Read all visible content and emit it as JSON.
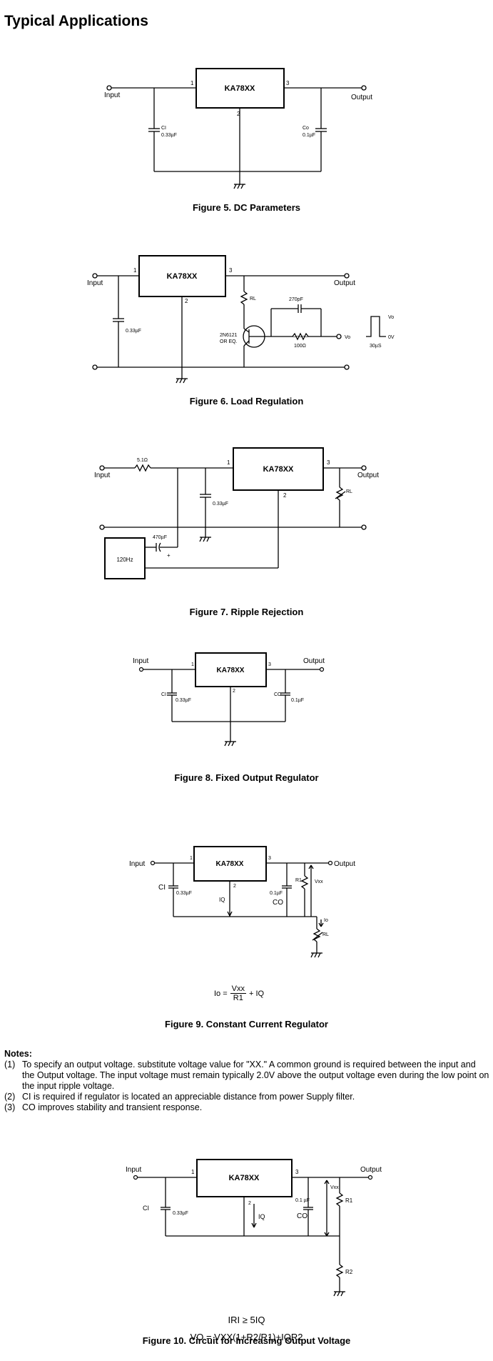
{
  "page_title": "Typical Applications",
  "figures": [
    {
      "caption": "Figure 5. DC Parameters",
      "ic": "KA78XX",
      "pins": [
        "1",
        "2",
        "3"
      ],
      "input": "Input",
      "output": "Output",
      "ci": "CI",
      "ci_val": "0.33µF",
      "co": "Co",
      "co_val": "0.1µF"
    },
    {
      "caption": "Figure 6. Load Regulation",
      "ic": "KA78XX",
      "pins": [
        "1",
        "2",
        "3"
      ],
      "input": "Input",
      "output": "Output",
      "cap_val": "0.33µF",
      "rl": "RL",
      "cap2": "270pF",
      "res": "100Ω",
      "transistor": "2N6121",
      "transistor2": "OR EQ.",
      "vo": "Vo",
      "pulse_vo": "Vo",
      "pulse_0v": "0V",
      "pulse_t": "30µS"
    },
    {
      "caption": "Figure 7. Ripple Rejection",
      "ic": "KA78XX",
      "pins": [
        "1",
        "2",
        "3"
      ],
      "input": "Input",
      "output": "Output",
      "res": "5.1Ω",
      "cap_val": "0.33µF",
      "rl": "RL",
      "cap2": "470µF",
      "plus": "+",
      "source": "120Hz"
    },
    {
      "caption": "Figure 8. Fixed Output Regulator",
      "ic": "KA78XX",
      "pins": [
        "1",
        "2",
        "3"
      ],
      "input": "Input",
      "output": "Output",
      "ci": "CI",
      "ci_val": "0.33µF",
      "co": "CO",
      "co_val": "0.1µF"
    },
    {
      "caption": "Figure 9. Constant Current Regulator",
      "ic": "KA78XX",
      "pins": [
        "1",
        "2",
        "3"
      ],
      "input": "Input",
      "output": "Output",
      "ci": "CI",
      "ci_val": "0.33µF",
      "co": "CO",
      "co_val": "0.1µF",
      "iq": "IQ",
      "r1": "R1",
      "vxx": "Vxx",
      "io": "Io",
      "rl": "RL",
      "eq_lhs": "Io =",
      "eq_num": "Vxx",
      "eq_den": "R1",
      "eq_rhs": "+ IQ"
    },
    {
      "caption": "Figure 10. Circuit for Increasing Output Voltage",
      "ic": "KA78XX",
      "pins": [
        "1",
        "2",
        "3"
      ],
      "input": "Input",
      "output": "Output",
      "ci": "CI",
      "ci_val": "0.33µF",
      "co": "CO",
      "co_val": "0.1 µF",
      "iq": "IQ",
      "vxx": "Vxx",
      "r1": "R1",
      "r2": "R2",
      "eq1": "IRI ≥ 5IQ",
      "eq2": "VO = VXX(1+R2/R1)+IQR2"
    }
  ],
  "notes": {
    "heading": "Notes:",
    "items": [
      {
        "num": "(1)",
        "text": "To specify an output voltage. substitute voltage value for \"XX.\" A common ground is required between the input and the Output voltage. The input voltage must remain typically 2.0V above the output voltage even during the low point on the input ripple  voltage."
      },
      {
        "num": "(2)",
        "text": "CI is required if regulator is located an appreciable distance from power Supply filter."
      },
      {
        "num": "(3)",
        "text": "CO improves stability and transient response."
      }
    ]
  }
}
